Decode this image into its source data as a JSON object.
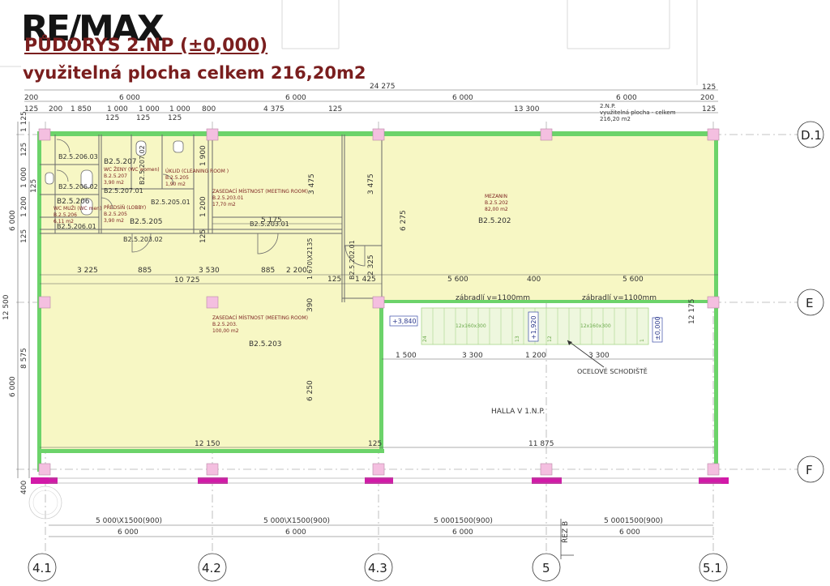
{
  "logo_text": "RE/MAX",
  "title": "PŮDORYS 2.NP (±0,000)",
  "subtitle": "využitelná plocha celkem 216,20m2",
  "colors": {
    "wall": "#6cd36a",
    "room_fill": "#f7f7c4",
    "column": "#f4bfe0",
    "column_base": "#d21aa8",
    "dim": "#5a5a5a",
    "grid": "#b0b0b0",
    "title": "#7a1e1e"
  },
  "dims_top": {
    "overall": "24 275",
    "row1": [
      "200",
      "6 000",
      "6 000",
      "6 000",
      "6 000",
      "200"
    ],
    "row1_end": "125",
    "row2": [
      "125",
      "200",
      "1 850",
      "1 000",
      "1 000",
      "1 000",
      "800",
      "4 375",
      "125",
      "13 300",
      "125"
    ],
    "row3": [
      "125",
      "125",
      "125"
    ],
    "legend_l1": "2.N.P.",
    "legend_l2": "využitelná plocha - celkem",
    "legend_l3": "216,20 m2"
  },
  "dims_left": [
    "1 125",
    "125",
    "1 000",
    "125",
    "1 200",
    "125",
    "6 000",
    "12 500",
    "8 575",
    "6 000"
  ],
  "dims_inner": {
    "row_a": [
      "3 225",
      "885",
      "3 530",
      "885",
      "2 200",
      "125",
      "1 425",
      "5 600",
      "400",
      "5 600"
    ],
    "row_b": "10 725",
    "row_c": [
      "1 500",
      "3 300",
      "1 200",
      "3 300"
    ],
    "row_d": [
      "12 150",
      "125",
      "11 875"
    ],
    "v1": "3 475",
    "v2": "3 475",
    "v3": "6 275",
    "v4": "12 175",
    "v5": "1 900",
    "v6": "1 200",
    "v7": "125",
    "v8": "1 670\\X2135",
    "v9": "390",
    "v10": "2 325",
    "v11": "6 250",
    "r_5175": "5 175"
  },
  "dims_bottom": {
    "openings": [
      "5 000\\X1500(900)",
      "5 000\\X1500(900)",
      "5 0001500(900)",
      "5 0001500(900)"
    ],
    "spans": [
      "6 000",
      "6 000",
      "6 000",
      "6 000"
    ],
    "left_400": "400",
    "section": "ŘEZ B"
  },
  "grid_h": [
    "D.1",
    "E",
    "F"
  ],
  "grid_v": [
    "4.1",
    "4.2",
    "4.3",
    "5",
    "5.1"
  ],
  "rooms": {
    "r206_03": "B2.5.206.03",
    "r207": {
      "code": "B2.5.207",
      "l1": "WC ŽENY (WC women)",
      "l2": "B.2.5.207",
      "l3": "3,90 m2"
    },
    "r207_02": "B2.5.207.02",
    "r207_01": "B2.5.207.01",
    "r205_u": {
      "l1": "ÚKLID (CLEANING ROOM )",
      "l2": "B.2.5.205",
      "l3": "1,90 m2"
    },
    "r205_01": "B2.5.205.01",
    "r206_02": "B2.5.206.02",
    "r206": {
      "code": "B2.5.206",
      "l1": "WC MUŽI (WC men)",
      "l2": "B.2.5.206",
      "l3": "6,11 m2"
    },
    "r205": {
      "code": "B2.5.205",
      "l1": "PŘEDSÍŇ (LOBBY)",
      "l2": "B.2.5.205",
      "l3": "3,90 m2"
    },
    "r206_01": "B2.5.206.01",
    "r203_01": {
      "code": "B2.5.203.01",
      "l1": "ZASEDACÍ MÍSTNOST (MEETING ROOM)",
      "l2": "B.2.5.203.01",
      "l3": "17,70 m2"
    },
    "r203_02": "B2.5.203.02",
    "r202_01": "B2.5.202.01",
    "r202": {
      "code": "B2.5.202",
      "l1": "MEZANIN",
      "l2": "B.2.5.202",
      "l3": "82,00 m2"
    },
    "r203": {
      "code": "B2.5.203",
      "l1": "ZASEDACÍ MÍSTNOST (MEETING ROOM)",
      "l2": "B.2.5.203.",
      "l3": "100,00 m2"
    }
  },
  "railings": [
    "zábradlí v=1100mm",
    "zábradlí v=1100mm"
  ],
  "levels": [
    "+3,840",
    "+1,920",
    "±0,000"
  ],
  "stairs": {
    "label1": "12x160x300",
    "label2": "12x160x300",
    "steps": [
      "24",
      "13",
      "12",
      "1"
    ],
    "callout": "OCELOVÉ SCHODIŠTĚ"
  },
  "hall": "HALLA V 1.N.P."
}
